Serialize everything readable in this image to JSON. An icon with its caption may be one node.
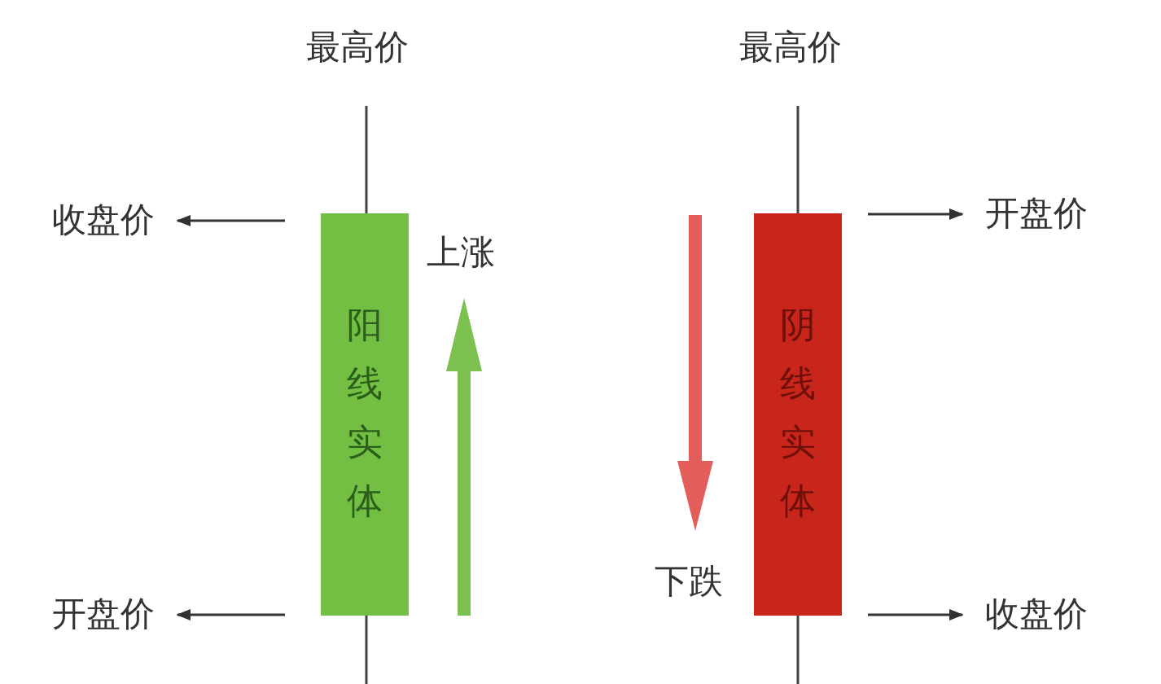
{
  "diagram": {
    "nodes": [
      {
        "text": [
          "最高价"
        ]
      },
      {
        "text": [
          "收盘价"
        ]
      },
      {
        "text": [
          "开盘价"
        ]
      },
      {
        "text": [
          "阳线实体"
        ]
      },
      {
        "text": [
          "上涨"
        ]
      },
      {
        "text": [
          "最高价"
        ]
      },
      {
        "text": [
          "开盘价"
        ]
      },
      {
        "text": [
          "收盘价"
        ]
      },
      {
        "text": [
          "阴线实体"
        ]
      },
      {
        "text": [
          "下跌"
        ]
      }
    ],
    "edges": [
      {
        "from": null,
        "to": 1,
        "arrow": "to"
      },
      {
        "from": null,
        "to": 2,
        "arrow": "to"
      },
      {
        "from": null,
        "to": 6,
        "arrow": "to"
      },
      {
        "from": null,
        "to": 7,
        "arrow": "to"
      }
    ]
  }
}
